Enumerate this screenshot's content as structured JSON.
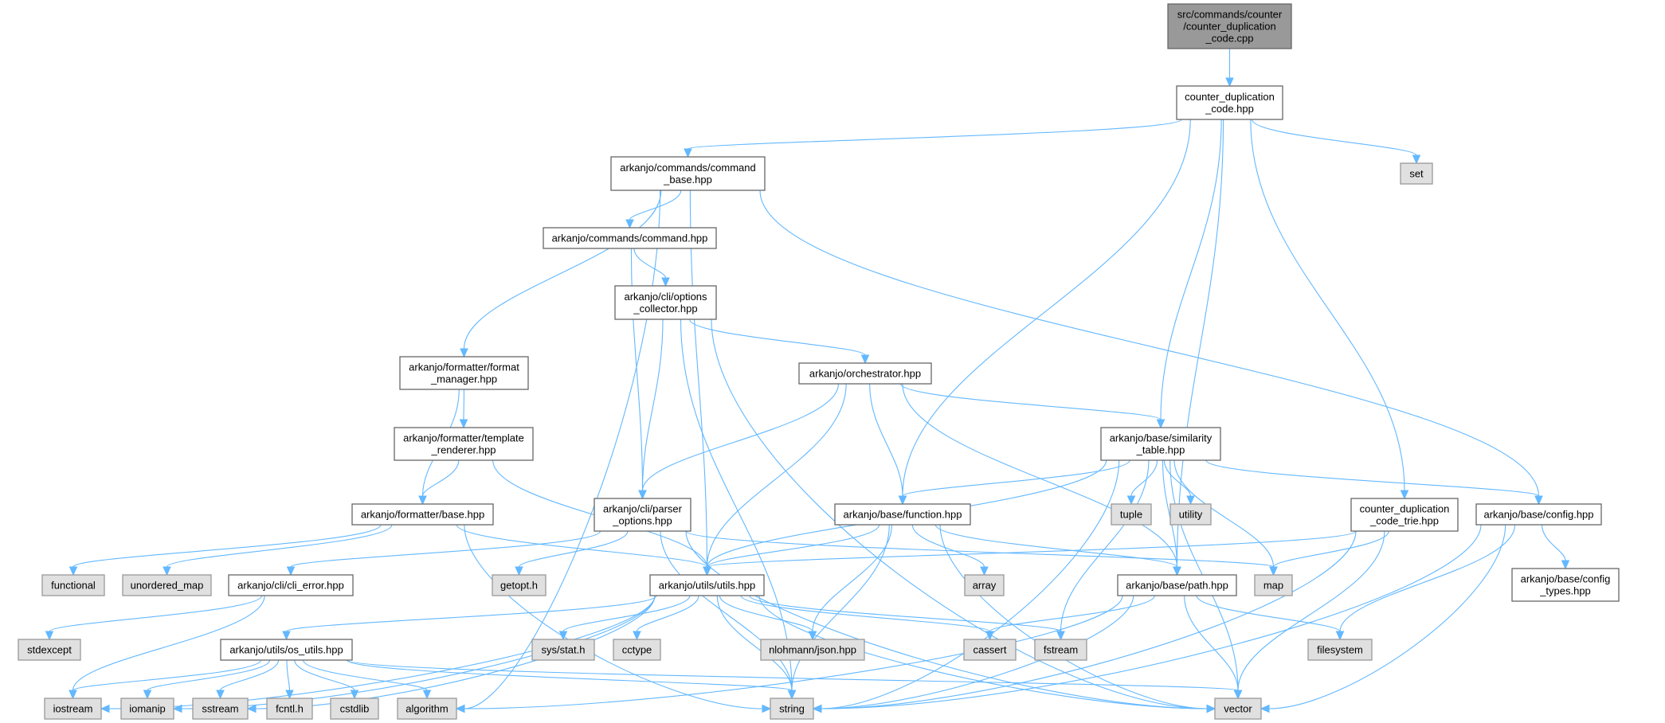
{
  "graph": {
    "title": "Include dependency graph",
    "colors": {
      "edge": "#63b8ff",
      "root_fill": "#999999",
      "local_fill": "#ffffff",
      "system_fill": "#e0e0e0"
    },
    "nodes": [
      {
        "id": "root",
        "kind": "root",
        "lines": [
          "src/commands/counter",
          "/counter_duplication",
          "_code.cpp"
        ]
      },
      {
        "id": "cdc_hpp",
        "kind": "local",
        "lines": [
          "counter_duplication",
          "_code.hpp"
        ]
      },
      {
        "id": "set",
        "kind": "system",
        "lines": [
          "set"
        ]
      },
      {
        "id": "command_base",
        "kind": "local",
        "lines": [
          "arkanjo/commands/command",
          "_base.hpp"
        ]
      },
      {
        "id": "command",
        "kind": "local",
        "lines": [
          "arkanjo/commands/command.hpp"
        ]
      },
      {
        "id": "options_collector",
        "kind": "local",
        "lines": [
          "arkanjo/cli/options",
          "_collector.hpp"
        ]
      },
      {
        "id": "format_manager",
        "kind": "local",
        "lines": [
          "arkanjo/formatter/format",
          "_manager.hpp"
        ]
      },
      {
        "id": "orchestrator",
        "kind": "local",
        "lines": [
          "arkanjo/orchestrator.hpp"
        ]
      },
      {
        "id": "template_renderer",
        "kind": "local",
        "lines": [
          "arkanjo/formatter/template",
          "_renderer.hpp"
        ]
      },
      {
        "id": "similarity_table",
        "kind": "local",
        "lines": [
          "arkanjo/base/similarity",
          "_table.hpp"
        ]
      },
      {
        "id": "formatter_base",
        "kind": "local",
        "lines": [
          "arkanjo/formatter/base.hpp"
        ]
      },
      {
        "id": "parser_options",
        "kind": "local",
        "lines": [
          "arkanjo/cli/parser",
          "_options.hpp"
        ]
      },
      {
        "id": "function",
        "kind": "local",
        "lines": [
          "arkanjo/base/function.hpp"
        ]
      },
      {
        "id": "tuple",
        "kind": "system",
        "lines": [
          "tuple"
        ]
      },
      {
        "id": "utility",
        "kind": "system",
        "lines": [
          "utility"
        ]
      },
      {
        "id": "cdc_trie",
        "kind": "local",
        "lines": [
          "counter_duplication",
          "_code_trie.hpp"
        ]
      },
      {
        "id": "config",
        "kind": "local",
        "lines": [
          "arkanjo/base/config.hpp"
        ]
      },
      {
        "id": "functional",
        "kind": "system",
        "lines": [
          "functional"
        ]
      },
      {
        "id": "unordered_map",
        "kind": "system",
        "lines": [
          "unordered_map"
        ]
      },
      {
        "id": "cli_error",
        "kind": "local",
        "lines": [
          "arkanjo/cli/cli_error.hpp"
        ]
      },
      {
        "id": "getopt",
        "kind": "system",
        "lines": [
          "getopt.h"
        ]
      },
      {
        "id": "utils",
        "kind": "local",
        "lines": [
          "arkanjo/utils/utils.hpp"
        ]
      },
      {
        "id": "array",
        "kind": "system",
        "lines": [
          "array"
        ]
      },
      {
        "id": "path",
        "kind": "local",
        "lines": [
          "arkanjo/base/path.hpp"
        ]
      },
      {
        "id": "map",
        "kind": "system",
        "lines": [
          "map"
        ]
      },
      {
        "id": "config_types",
        "kind": "local",
        "lines": [
          "arkanjo/base/config",
          "_types.hpp"
        ]
      },
      {
        "id": "stdexcept",
        "kind": "system",
        "lines": [
          "stdexcept"
        ]
      },
      {
        "id": "os_utils",
        "kind": "local",
        "lines": [
          "arkanjo/utils/os_utils.hpp"
        ]
      },
      {
        "id": "sys_stat",
        "kind": "system",
        "lines": [
          "sys/stat.h"
        ]
      },
      {
        "id": "cctype",
        "kind": "system",
        "lines": [
          "cctype"
        ]
      },
      {
        "id": "nlohmann_json",
        "kind": "system",
        "lines": [
          "nlohmann/json.hpp"
        ]
      },
      {
        "id": "cassert",
        "kind": "system",
        "lines": [
          "cassert"
        ]
      },
      {
        "id": "fstream",
        "kind": "system",
        "lines": [
          "fstream"
        ]
      },
      {
        "id": "filesystem",
        "kind": "system",
        "lines": [
          "filesystem"
        ]
      },
      {
        "id": "iostream",
        "kind": "system",
        "lines": [
          "iostream"
        ]
      },
      {
        "id": "iomanip",
        "kind": "system",
        "lines": [
          "iomanip"
        ]
      },
      {
        "id": "sstream",
        "kind": "system",
        "lines": [
          "sstream"
        ]
      },
      {
        "id": "fcntl",
        "kind": "system",
        "lines": [
          "fcntl.h"
        ]
      },
      {
        "id": "cstdlib",
        "kind": "system",
        "lines": [
          "cstdlib"
        ]
      },
      {
        "id": "algorithm",
        "kind": "system",
        "lines": [
          "algorithm"
        ]
      },
      {
        "id": "string",
        "kind": "system",
        "lines": [
          "string"
        ]
      },
      {
        "id": "vector",
        "kind": "system",
        "lines": [
          "vector"
        ]
      }
    ],
    "edges": [
      [
        "root",
        "cdc_hpp"
      ],
      [
        "cdc_hpp",
        "command_base"
      ],
      [
        "cdc_hpp",
        "set"
      ],
      [
        "cdc_hpp",
        "function"
      ],
      [
        "cdc_hpp",
        "similarity_table"
      ],
      [
        "cdc_hpp",
        "path"
      ],
      [
        "cdc_hpp",
        "cdc_trie"
      ],
      [
        "command_base",
        "command"
      ],
      [
        "command_base",
        "algorithm"
      ],
      [
        "command_base",
        "format_manager"
      ],
      [
        "command_base",
        "utils"
      ],
      [
        "command_base",
        "config"
      ],
      [
        "command",
        "options_collector"
      ],
      [
        "command",
        "parser_options"
      ],
      [
        "options_collector",
        "parser_options"
      ],
      [
        "options_collector",
        "orchestrator"
      ],
      [
        "options_collector",
        "string"
      ],
      [
        "options_collector",
        "vector"
      ],
      [
        "format_manager",
        "template_renderer"
      ],
      [
        "format_manager",
        "formatter_base"
      ],
      [
        "template_renderer",
        "formatter_base"
      ],
      [
        "template_renderer",
        "utils"
      ],
      [
        "orchestrator",
        "parser_options"
      ],
      [
        "orchestrator",
        "utils"
      ],
      [
        "orchestrator",
        "function"
      ],
      [
        "orchestrator",
        "path"
      ],
      [
        "orchestrator",
        "similarity_table"
      ],
      [
        "similarity_table",
        "utils"
      ],
      [
        "similarity_table",
        "function"
      ],
      [
        "similarity_table",
        "path"
      ],
      [
        "similarity_table",
        "tuple"
      ],
      [
        "similarity_table",
        "utility"
      ],
      [
        "similarity_table",
        "map"
      ],
      [
        "similarity_table",
        "fstream"
      ],
      [
        "similarity_table",
        "config"
      ],
      [
        "similarity_table",
        "vector"
      ],
      [
        "similarity_table",
        "string"
      ],
      [
        "formatter_base",
        "functional"
      ],
      [
        "formatter_base",
        "unordered_map"
      ],
      [
        "formatter_base",
        "utils"
      ],
      [
        "formatter_base",
        "string"
      ],
      [
        "parser_options",
        "cli_error"
      ],
      [
        "parser_options",
        "getopt"
      ],
      [
        "parser_options",
        "string"
      ],
      [
        "parser_options",
        "vector"
      ],
      [
        "parser_options",
        "map"
      ],
      [
        "function",
        "utils"
      ],
      [
        "function",
        "nlohmann_json"
      ],
      [
        "function",
        "array"
      ],
      [
        "function",
        "string"
      ],
      [
        "function",
        "vector"
      ],
      [
        "function",
        "path"
      ],
      [
        "cdc_trie",
        "utils"
      ],
      [
        "cdc_trie",
        "map"
      ],
      [
        "cdc_trie",
        "string"
      ],
      [
        "cdc_trie",
        "vector"
      ],
      [
        "config",
        "filesystem"
      ],
      [
        "config",
        "config_types"
      ],
      [
        "config",
        "string"
      ],
      [
        "config",
        "vector"
      ],
      [
        "cli_error",
        "stdexcept"
      ],
      [
        "cli_error",
        "iostream"
      ],
      [
        "utils",
        "os_utils"
      ],
      [
        "utils",
        "iostream"
      ],
      [
        "utils",
        "iomanip"
      ],
      [
        "utils",
        "sstream"
      ],
      [
        "utils",
        "sys_stat"
      ],
      [
        "utils",
        "cctype"
      ],
      [
        "utils",
        "nlohmann_json"
      ],
      [
        "utils",
        "cassert"
      ],
      [
        "utils",
        "fstream"
      ],
      [
        "utils",
        "string"
      ],
      [
        "utils",
        "vector"
      ],
      [
        "os_utils",
        "iostream"
      ],
      [
        "os_utils",
        "iomanip"
      ],
      [
        "os_utils",
        "sstream"
      ],
      [
        "os_utils",
        "fcntl"
      ],
      [
        "os_utils",
        "cstdlib"
      ],
      [
        "os_utils",
        "algorithm"
      ],
      [
        "os_utils",
        "string"
      ],
      [
        "os_utils",
        "vector"
      ],
      [
        "path",
        "cassert"
      ],
      [
        "path",
        "filesystem"
      ],
      [
        "path",
        "string"
      ],
      [
        "path",
        "vector"
      ],
      [
        "path",
        "algorithm"
      ]
    ]
  }
}
